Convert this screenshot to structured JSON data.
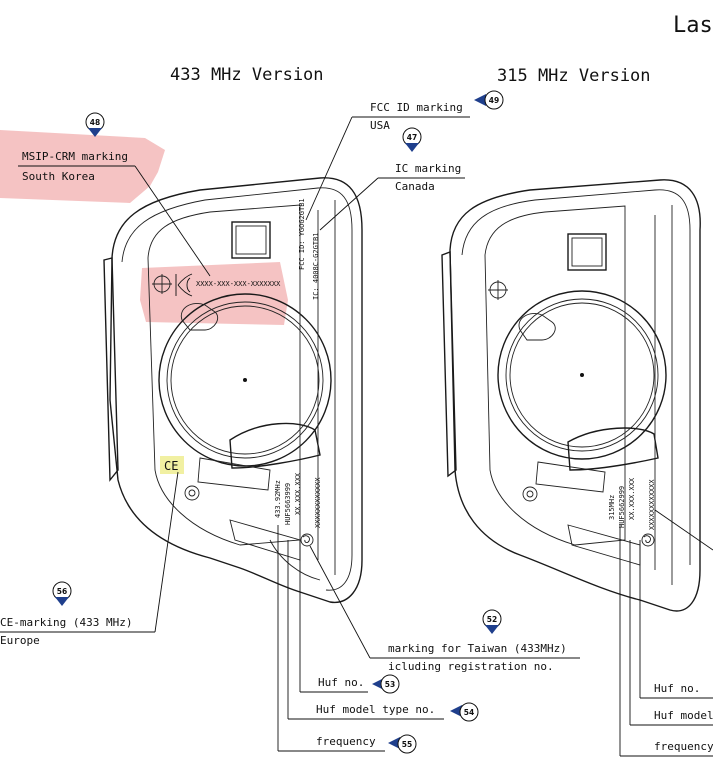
{
  "header": {
    "corner_text": "Las",
    "left_version": "433 MHz Version",
    "right_version": "315 MHz Version"
  },
  "callouts": [
    {
      "id": "msip",
      "number": "48",
      "line1": "MSIP-CRM marking",
      "line2": "South Korea"
    },
    {
      "id": "fcc",
      "number": "49",
      "line1": "FCC ID marking",
      "line2": "USA"
    },
    {
      "id": "ic",
      "number": "47",
      "line1": "IC marking",
      "line2": "Canada"
    },
    {
      "id": "ce",
      "number": "56",
      "line1": "CE-marking (433 MHz)",
      "line2": "Europe"
    },
    {
      "id": "taiwan",
      "number": "52",
      "line1": "marking for Taiwan (433MHz)",
      "line2": "icluding registration no."
    },
    {
      "id": "hufno",
      "number": "53",
      "line1": "Huf no."
    },
    {
      "id": "hufmodel",
      "number": "54",
      "line1": "Huf model type no."
    },
    {
      "id": "freq",
      "number": "55",
      "line1": "frequency"
    }
  ],
  "right_labels": {
    "hufno": "Huf no.",
    "hufmodel": "Huf model",
    "freq": "frequency"
  },
  "device_text": {
    "kc_code": "XXXX-XXX-XXX-XXXXXXX",
    "fcc_id": "FCC ID: YGOG2GTB1",
    "ic_id": "IC: 4008C-G2GTB1",
    "freq_433": "433.92MHz",
    "model_433": "HUF5663999",
    "code_433": "XX.XXX.XXX",
    "serial_433": "XXXXXXXXXXXX",
    "freq_315": "315MHz",
    "model_315": "HUF5662999",
    "code_315": "XX.XXX.XXX",
    "serial_315": "XXXXXXXXXXXX",
    "ce_mark": "CE"
  },
  "colors": {
    "highlight": "#f3b8b8",
    "ce_yellow": "#f1f0a2",
    "badge_arrow": "#1f3f8c"
  }
}
